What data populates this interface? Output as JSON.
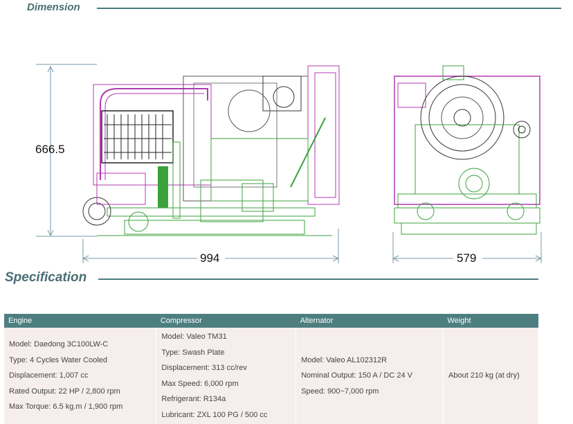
{
  "dimension": {
    "title": "Dimension",
    "height_label": "666.5",
    "width_label": "994",
    "depth_label": "579"
  },
  "specification": {
    "title": "Specification",
    "headers": [
      "Engine",
      "Compressor",
      "Alternator",
      "Weight"
    ],
    "engine": [
      "Model: Daedong 3C100LW-C",
      "Type: 4 Cycles Water Cooled",
      "Displacement: 1,007 cc",
      "Rated Output: 22 HP / 2,800 rpm",
      "Max Torque: 6.5 kg.m / 1,900 rpm"
    ],
    "compressor": [
      "Model: Valeo TM31",
      "Type: Swash Plate",
      "Displacement: 313 cc/rev",
      "Max Speed: 6,000 rpm",
      "Refrigerant: R134a",
      "Lubricant: ZXL 100 PG / 500 cc"
    ],
    "alternator": [
      "Model: Valeo AL102312R",
      "Nominal Output: 150 A / DC 24 V",
      "Speed: 900~7,000 rpm"
    ],
    "weight": [
      "About 210 kg (at dry)"
    ]
  },
  "colors": {
    "accent": "#4a6e75",
    "table_header": "#4e7f80",
    "table_body": "#f5eeec",
    "drawing_green": "#3ca23c",
    "drawing_magenta": "#b03ab0"
  }
}
